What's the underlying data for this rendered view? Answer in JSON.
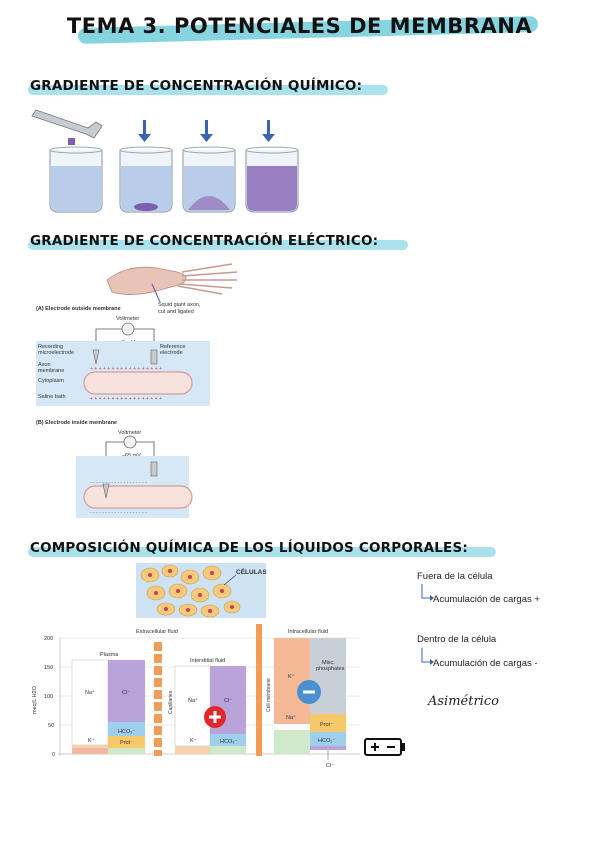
{
  "title": "TEMA 3. POTENCIALES DE MEMBRANA",
  "sections": {
    "chem": "GRADIENTE DE CONCENTRACIÓN QUÍMICO:",
    "elec": "GRADIENTE DE CONCENTRACIÓN ELÉCTRICO:",
    "comp": "COMPOSICIÓN QUÍMICA DE LOS LÍQUIDOS CORPORALES:"
  },
  "electric": {
    "squid_label_1": "Squid giant axon,",
    "squid_label_2": "cut and ligated",
    "panel_a": "(A)  Electrode outside membrane",
    "panel_b": "(B)  Electrode inside membrane",
    "voltmeter": "Voltmeter",
    "mv_a": "0 mV",
    "mv_b": "–65 mV",
    "recording": "Recording",
    "microelectrode": "microelectrode",
    "reference": "Reference",
    "electrode": "electrode",
    "axon": "Axon",
    "membrane": "membrane",
    "cytoplasm": "Cytoplasm",
    "saline": "Saline bath"
  },
  "cells_label": "CÉLULAS",
  "composition": {
    "extracellular": "Extracellular fluid",
    "intracellular": "Intracellular fluid",
    "plasma": "Plasma",
    "interstitial": "Interstitial fluid",
    "capillaries": "Capillaries",
    "cell_membrane": "Cell membrane",
    "y_label": "meq/L H2O",
    "ticks": [
      "200",
      "150",
      "100",
      "50",
      "0"
    ],
    "na": "Na⁺",
    "cl": "Cl⁻",
    "k": "K⁺",
    "hco3": "HCO₃⁻",
    "prot": "Prot⁻",
    "misc_1": "Misc.",
    "misc_2": "phosphates"
  },
  "notes": {
    "outside": "Fuera de la célula",
    "outside_sub": "Acumulación de cargas +",
    "inside": "Dentro de la célula",
    "inside_sub": "Acumulación de cargas -",
    "asym": "Asimétrico"
  },
  "colors": {
    "highlight": "#86d4e0",
    "purple": "#9b7fc3",
    "orange": "#f29c5a",
    "light_blue": "#d6e8f5"
  }
}
